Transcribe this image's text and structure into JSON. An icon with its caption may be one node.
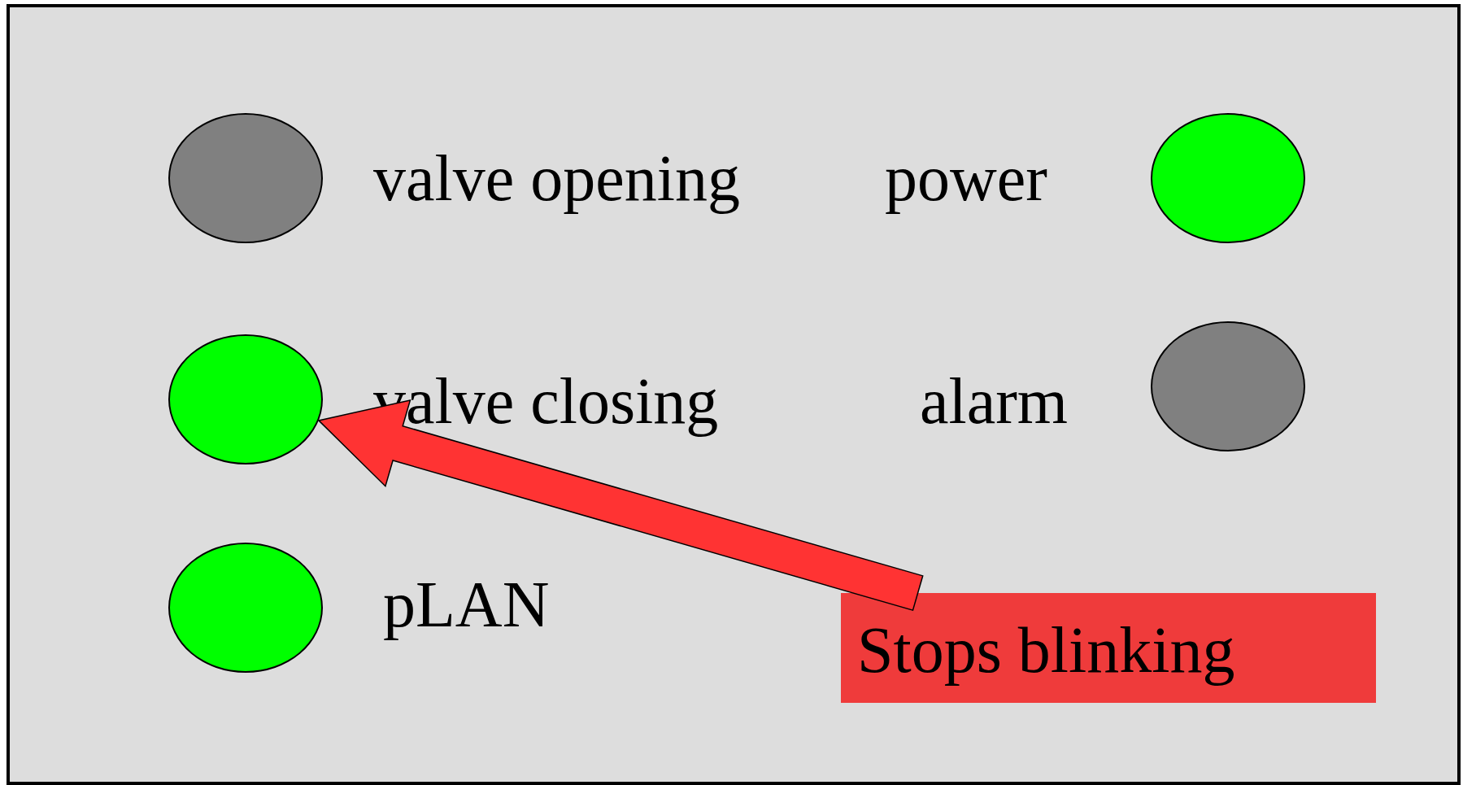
{
  "diagram": {
    "nodes": [
      {
        "text": [],
        "shape": "box"
      },
      {
        "text": [],
        "shape": "circle",
        "in": 0,
        "beside": [
          "valve opening"
        ]
      },
      {
        "text": [],
        "shape": "circle",
        "in": 0,
        "beside": [
          "power"
        ]
      },
      {
        "text": [],
        "shape": "circle",
        "in": 0,
        "beside": [
          "valve closing"
        ]
      },
      {
        "text": [],
        "shape": "circle",
        "in": 0,
        "beside": [
          "alarm"
        ]
      },
      {
        "text": [],
        "shape": "circle",
        "in": 0,
        "beside": [
          "pLAN"
        ]
      },
      {
        "text": [
          "Stops blinking"
        ],
        "in": 0
      }
    ],
    "edges": [
      {
        "from": 6,
        "to": 3,
        "arrow": "to",
        "style": "thick",
        "color": "#ff3333"
      }
    ]
  }
}
